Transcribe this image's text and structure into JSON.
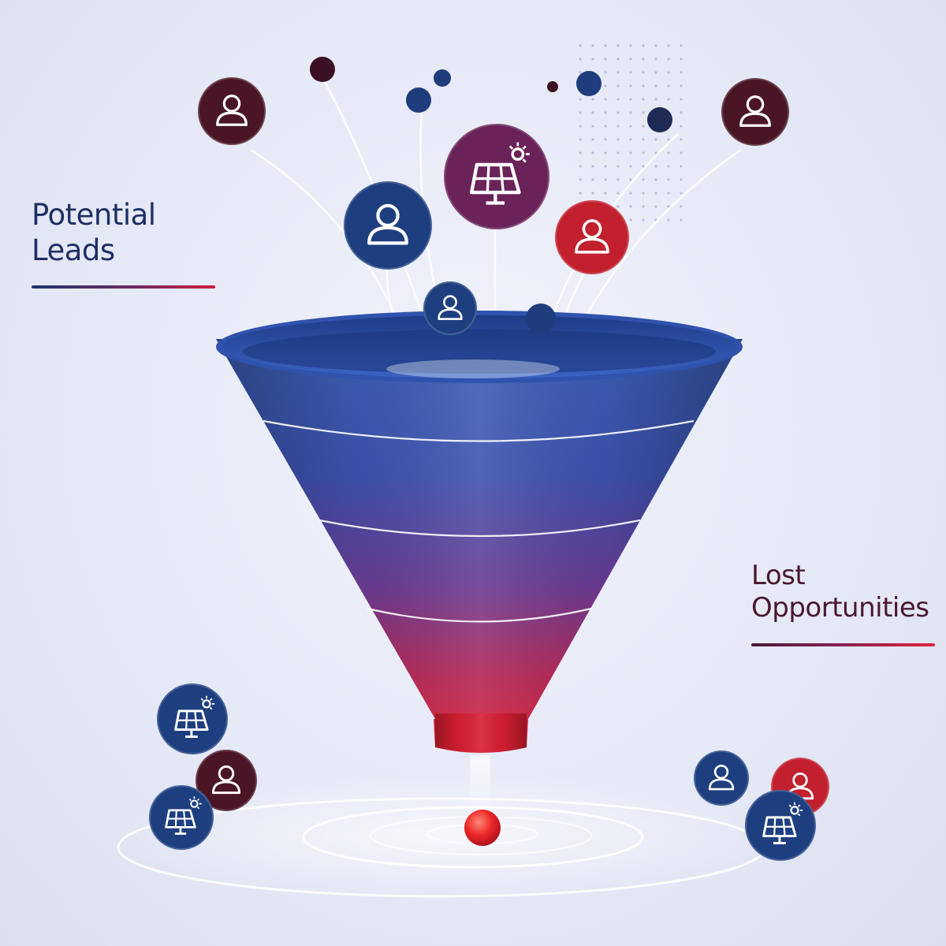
{
  "labels": {
    "potential_leads": [
      "Potential",
      "Leads"
    ],
    "lost_opportunities": [
      "Lost",
      "Opportunities"
    ]
  },
  "colors": {
    "background": "#e9ecf7",
    "navy": "#1e3f7f",
    "maroon": "#4a1626",
    "purple": "#6a2358",
    "red": "#c2202e",
    "funnel_top": "#3a5fb8",
    "funnel_bottom": "#dc1f32",
    "label_potential": "#1d2f63",
    "label_lost": "#4a1730"
  },
  "funnel": {
    "stage_count": 4,
    "output_drop": "red-dot"
  },
  "incoming_leads": [
    {
      "icon": "person-icon",
      "color": "maroon"
    },
    {
      "icon": "person-icon",
      "color": "navy"
    },
    {
      "icon": "solar-panel-icon",
      "color": "purple"
    },
    {
      "icon": "person-icon",
      "color": "red"
    },
    {
      "icon": "person-icon",
      "color": "maroon"
    },
    {
      "icon": "person-icon",
      "color": "navy"
    }
  ],
  "lost_opportunities_left": [
    {
      "icon": "solar-panel-icon",
      "color": "navy"
    },
    {
      "icon": "person-icon",
      "color": "maroon"
    },
    {
      "icon": "solar-panel-icon",
      "color": "navy"
    }
  ],
  "lost_opportunities_right": [
    {
      "icon": "person-icon",
      "color": "navy"
    },
    {
      "icon": "person-icon",
      "color": "red"
    },
    {
      "icon": "solar-panel-icon",
      "color": "navy"
    }
  ]
}
